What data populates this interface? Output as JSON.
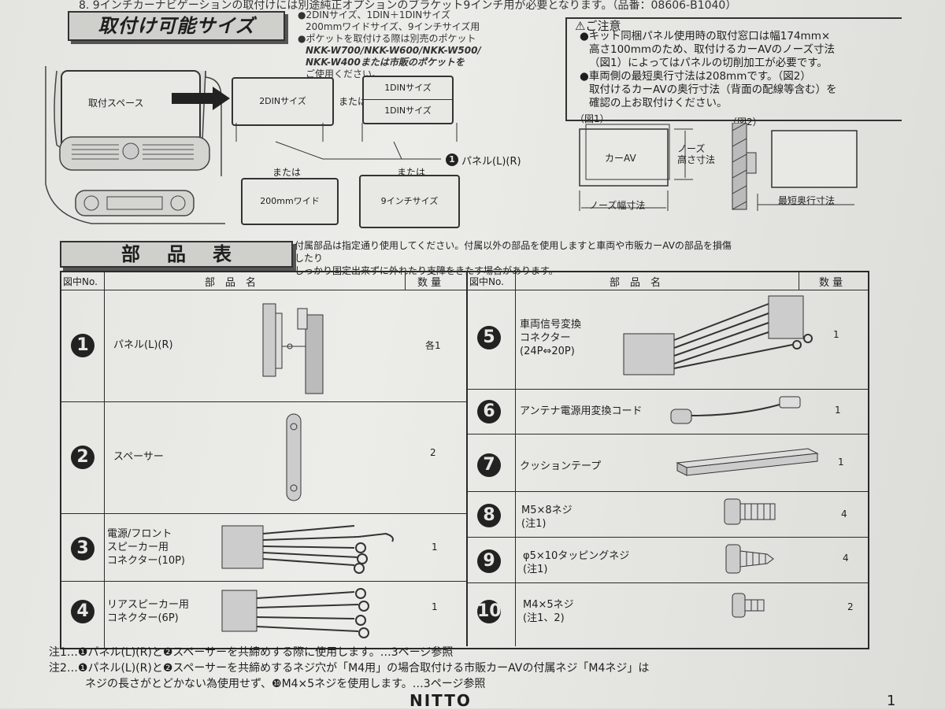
{
  "header": {
    "top_line": "8. 9インチカーナビゲーションの取付けには別途純正オプションのブラケット9インチ用が必要となります。（品番：08606-B1040）",
    "section_title": "取付け可能サイズ",
    "sizes_lines": [
      "●2DINサイズ、1DIN＋1DINサイズ",
      "200mmワイドサイズ、9インチサイズ用",
      "●ポケットを取付ける際は別売のポケット",
      "NKK-W700/NKK-W600/NKK-W500/",
      "NKK-W400または市販のポケットを",
      "ご使用ください。"
    ]
  },
  "diagram": {
    "mount_space": "取付スペース",
    "size_2din": "2DINサイズ",
    "or": "または",
    "size_1din_top": "1DINサイズ",
    "size_1din_bottom": "1DINサイズ",
    "panel_label": "パネル(L)(R)",
    "panel_num": "1",
    "or_left": "または",
    "or_right": "または",
    "size_200mm": "200mmワイド",
    "size_9inch": "9インチサイズ"
  },
  "caution": {
    "title": "⚠ご注意",
    "lines": [
      "●キット同梱パネル使用時の取付窓口は幅174mm×",
      "高さ100mmのため、取付けるカーAVのノーズ寸法",
      "（図1）によってはパネルの切削加工が必要です。",
      "●車両側の最短奥行寸法は208mmです。（図2）",
      "取付けるカーAVの奥行寸法（背面の配線等含む）を",
      "確認の上お取付けください。"
    ],
    "fig1": "（図1）",
    "fig2": "（図2）",
    "car_av": "カーAV",
    "nose_height": "ノーズ\n高さ寸法",
    "nose_width": "ノーズ幅寸法",
    "min_depth": "最短奥行寸法"
  },
  "parts": {
    "title": "部品表",
    "notice_lines": [
      "付属部品は指定通り使用してください。付属以外の部品を使用しますと車両や市販カーAVの部品を損傷したり",
      "しっかり固定出来ずに外れたり支障をきたす場合があります。"
    ],
    "col_no": "図中No.",
    "col_name": "部　品　名",
    "col_qty": "数 量",
    "left": [
      {
        "no": "1",
        "name": "パネル(L)(R)",
        "qty": "各1"
      },
      {
        "no": "2",
        "name": "スペーサー",
        "qty": "2"
      },
      {
        "no": "3",
        "name": "電源/フロント\nスピーカー用\nコネクター(10P)",
        "qty": "1"
      },
      {
        "no": "4",
        "name": "リアスピーカー用\nコネクター(6P)",
        "qty": "1"
      }
    ],
    "right": [
      {
        "no": "5",
        "name": "車両信号変換\nコネクター\n(24P⇔20P)",
        "qty": "1"
      },
      {
        "no": "6",
        "name": "アンテナ電源用変換コード",
        "qty": "1"
      },
      {
        "no": "7",
        "name": "クッションテープ",
        "qty": "1"
      },
      {
        "no": "8",
        "name": "M5×8ネジ\n(注1)",
        "qty": "4"
      },
      {
        "no": "9",
        "name": "φ5×10タッピングネジ\n(注1)",
        "qty": "4"
      },
      {
        "no": "10",
        "name": "M4×5ネジ\n(注1、2)",
        "qty": "2"
      }
    ]
  },
  "notes": [
    "注1…❶パネル(L)(R)と❷スペーサーを共締めする際に使用します。…3ページ参照",
    "注2…❶パネル(L)(R)と❷スペーサーを共締めするネジ穴が「M4用」の場合取付ける市販カーAVの付属ネジ「M4ネジ」は",
    "ネジの長さがとどかない為使用せず、❿M4×5ネジを使用します。…3ページ参照"
  ],
  "footer": {
    "logo": "NITTO",
    "page": "1"
  }
}
